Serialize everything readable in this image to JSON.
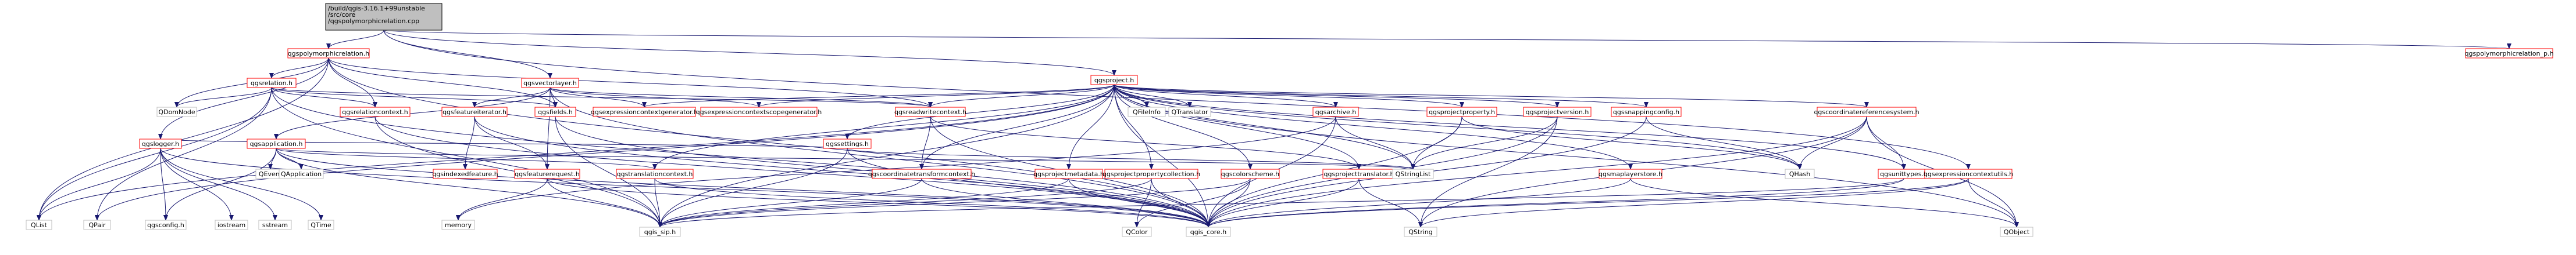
{
  "diagram": {
    "kind": "include-dependency-graph",
    "colors": {
      "edge": "#191970",
      "root_fill": "#bfbfbf",
      "project_border": "#ff0000",
      "external_border": "#bfbfbf",
      "node_fill": "#ffffff"
    },
    "nodes": [
      {
        "id": "root",
        "label": "/build/qgis-3.16.1+99unstable/src/core/qgspolymorphicrelation.cpp",
        "kind": "root"
      },
      {
        "id": "n_qgspolymorphicrelation_h",
        "label": "qgspolymorphicrelation.h",
        "kind": "project"
      },
      {
        "id": "n_qgsvectorlayer_h",
        "label": "qgsvectorlayer.h",
        "kind": "project"
      },
      {
        "id": "n_qgsproject_h",
        "label": "qgsproject.h",
        "kind": "project"
      },
      {
        "id": "n_qgspolymorphicrelation_p_h",
        "label": "qgspolymorphicrelation_p.h",
        "kind": "project"
      },
      {
        "id": "n_qgsrelation_h",
        "label": "qgsrelation.h",
        "kind": "project"
      },
      {
        "id": "n_QDomNode",
        "label": "QDomNode",
        "kind": "external"
      },
      {
        "id": "n_qgsapplication_h",
        "label": "qgsapplication.h",
        "kind": "project"
      },
      {
        "id": "n_qgsrelationcontext_h",
        "label": "qgsrelationcontext.h",
        "kind": "project"
      },
      {
        "id": "n_qgsfeatureiterator_h",
        "label": "qgsfeatureiterator.h",
        "kind": "project"
      },
      {
        "id": "n_qgsfields_h",
        "label": "qgsfields.h",
        "kind": "project"
      },
      {
        "id": "n_qgsexpressioncontextgenerator_h",
        "label": "qgsexpressioncontextgenerator.h",
        "kind": "project"
      },
      {
        "id": "n_qgsexpressioncontextscopegenerator_h",
        "label": "qgsexpressioncontextscopegenerator.h",
        "kind": "project"
      },
      {
        "id": "n_qgsreadwritecontext_h",
        "label": "qgsreadwritecontext.h",
        "kind": "project"
      },
      {
        "id": "n_qgssettings_h",
        "label": "qgssettings.h",
        "kind": "project"
      },
      {
        "id": "n_QFileInfo",
        "label": "QFileInfo",
        "kind": "external"
      },
      {
        "id": "n_QTranslator",
        "label": "QTranslator",
        "kind": "external"
      },
      {
        "id": "n_qgsarchive_h",
        "label": "qgsarchive.h",
        "kind": "project"
      },
      {
        "id": "n_qgsprojectproperty_h",
        "label": "qgsprojectproperty.h",
        "kind": "project"
      },
      {
        "id": "n_qgsprojectversion_h",
        "label": "qgsprojectversion.h",
        "kind": "project"
      },
      {
        "id": "n_qgssnappingconfig_h",
        "label": "qgssnappingconfig.h",
        "kind": "project"
      },
      {
        "id": "n_qgscoordinatereferencesystem_h",
        "label": "qgscoordinatereferencesystem.h",
        "kind": "project"
      },
      {
        "id": "n_qgslogger_h",
        "label": "qgslogger.h",
        "kind": "project"
      },
      {
        "id": "n_QEvent",
        "label": "QEvent",
        "kind": "external"
      },
      {
        "id": "n_QApplication",
        "label": "QApplication",
        "kind": "external"
      },
      {
        "id": "n_qgsindexedfeature_h",
        "label": "qgsindexedfeature.h",
        "kind": "project"
      },
      {
        "id": "n_qgsfeaturerequest_h",
        "label": "qgsfeaturerequest.h",
        "kind": "project"
      },
      {
        "id": "n_qgstranslationcontext_h",
        "label": "qgstranslationcontext.h",
        "kind": "project"
      },
      {
        "id": "n_qgscoordinatetransformcontext_h",
        "label": "qgscoordinatetransformcontext.h",
        "kind": "project"
      },
      {
        "id": "n_qgsprojectmetadata_h",
        "label": "qgsprojectmetadata.h",
        "kind": "project"
      },
      {
        "id": "n_qgsprojectpropertycollection_h",
        "label": "qgsprojectpropertycollection.h",
        "kind": "project"
      },
      {
        "id": "n_qgscolorscheme_h",
        "label": "qgscolorscheme.h",
        "kind": "project"
      },
      {
        "id": "n_qgsprojecttranslator_h",
        "label": "qgsprojecttranslator.h",
        "kind": "project"
      },
      {
        "id": "n_QStringList",
        "label": "QStringList",
        "kind": "external"
      },
      {
        "id": "n_qgsmaplayerstore_h",
        "label": "qgsmaplayerstore.h",
        "kind": "project"
      },
      {
        "id": "n_QHash",
        "label": "QHash",
        "kind": "external"
      },
      {
        "id": "n_qgsunittypes_h",
        "label": "qgsunittypes.h",
        "kind": "project"
      },
      {
        "id": "n_qgsexpressioncontextutils_h",
        "label": "qgsexpressioncontextutils.h",
        "kind": "project"
      },
      {
        "id": "n_QList",
        "label": "QList",
        "kind": "external"
      },
      {
        "id": "n_QPair",
        "label": "QPair",
        "kind": "external"
      },
      {
        "id": "n_qgsconfig_h",
        "label": "qgsconfig.h",
        "kind": "external"
      },
      {
        "id": "n_iostream",
        "label": "iostream",
        "kind": "external"
      },
      {
        "id": "n_sstream",
        "label": "sstream",
        "kind": "external"
      },
      {
        "id": "n_QTime",
        "label": "QTime",
        "kind": "external"
      },
      {
        "id": "n_memory",
        "label": "memory",
        "kind": "external"
      },
      {
        "id": "n_qgis_sip_h",
        "label": "qgis_sip.h",
        "kind": "external"
      },
      {
        "id": "n_QColor",
        "label": "QColor",
        "kind": "external"
      },
      {
        "id": "n_qgis_core_h",
        "label": "qgis_core.h",
        "kind": "external"
      },
      {
        "id": "n_QString",
        "label": "QString",
        "kind": "external"
      },
      {
        "id": "n_QObject",
        "label": "QObject",
        "kind": "external"
      }
    ],
    "edges": [
      [
        "root",
        "n_qgspolymorphicrelation_h"
      ],
      [
        "root",
        "n_qgsvectorlayer_h"
      ],
      [
        "root",
        "n_qgsproject_h"
      ],
      [
        "root",
        "n_qgspolymorphicrelation_p_h"
      ],
      [
        "root",
        "n_qgsexpressioncontextutils_h"
      ],
      [
        "n_qgspolymorphicrelation_h",
        "n_qgsrelation_h"
      ],
      [
        "n_qgspolymorphicrelation_h",
        "n_QDomNode"
      ],
      [
        "n_qgspolymorphicrelation_h",
        "n_qgsrelationcontext_h"
      ],
      [
        "n_qgspolymorphicrelation_h",
        "n_qgsfields_h"
      ],
      [
        "n_qgspolymorphicrelation_h",
        "n_qgsreadwritecontext_h"
      ],
      [
        "n_qgspolymorphicrelation_h",
        "n_qgslogger_h"
      ],
      [
        "n_qgspolymorphicrelation_h",
        "n_QList"
      ],
      [
        "n_qgspolymorphicrelation_h",
        "n_qgis_core_h"
      ],
      [
        "n_qgsvectorlayer_h",
        "n_qgsfeatureiterator_h"
      ],
      [
        "n_qgsvectorlayer_h",
        "n_qgsfields_h"
      ],
      [
        "n_qgsvectorlayer_h",
        "n_qgsexpressioncontextgenerator_h"
      ],
      [
        "n_qgsvectorlayer_h",
        "n_qgsexpressioncontextscopegenerator_h"
      ],
      [
        "n_qgsvectorlayer_h",
        "n_qgsfeaturerequest_h"
      ],
      [
        "n_qgsvectorlayer_h",
        "n_qgsreadwritecontext_h"
      ],
      [
        "n_qgsvectorlayer_h",
        "n_qgsapplication_h"
      ],
      [
        "n_qgsvectorlayer_h",
        "n_qgis_core_h"
      ],
      [
        "n_qgsproject_h",
        "n_qgsreadwritecontext_h"
      ],
      [
        "n_qgsproject_h",
        "n_qgssettings_h"
      ],
      [
        "n_qgsproject_h",
        "n_QFileInfo"
      ],
      [
        "n_qgsproject_h",
        "n_QTranslator"
      ],
      [
        "n_qgsproject_h",
        "n_qgsarchive_h"
      ],
      [
        "n_qgsproject_h",
        "n_qgsprojectproperty_h"
      ],
      [
        "n_qgsproject_h",
        "n_qgsprojectversion_h"
      ],
      [
        "n_qgsproject_h",
        "n_qgssnappingconfig_h"
      ],
      [
        "n_qgsproject_h",
        "n_qgscoordinatereferencesystem_h"
      ],
      [
        "n_qgsproject_h",
        "n_qgsprojectmetadata_h"
      ],
      [
        "n_qgsproject_h",
        "n_qgsprojectpropertycollection_h"
      ],
      [
        "n_qgsproject_h",
        "n_qgscolorscheme_h"
      ],
      [
        "n_qgsproject_h",
        "n_qgsprojecttranslator_h"
      ],
      [
        "n_qgsproject_h",
        "n_qgsmaplayerstore_h"
      ],
      [
        "n_qgsproject_h",
        "n_qgscoordinatetransformcontext_h"
      ],
      [
        "n_qgsproject_h",
        "n_qgstranslationcontext_h"
      ],
      [
        "n_qgsproject_h",
        "n_qgsunittypes_h"
      ],
      [
        "n_qgsproject_h",
        "n_QHash"
      ],
      [
        "n_qgsproject_h",
        "n_QStringList"
      ],
      [
        "n_qgsproject_h",
        "n_QObject"
      ],
      [
        "n_qgsproject_h",
        "n_qgsexpressioncontextgenerator_h"
      ],
      [
        "n_qgsproject_h",
        "n_qgsexpressioncontextscopegenerator_h"
      ],
      [
        "n_qgsproject_h",
        "n_QList"
      ],
      [
        "n_qgsproject_h",
        "n_QPair"
      ],
      [
        "n_qgsproject_h",
        "n_qgis_core_h"
      ],
      [
        "n_qgsproject_h",
        "n_qgis_sip_h"
      ],
      [
        "n_qgsrelation_h",
        "n_QList"
      ],
      [
        "n_qgsrelation_h",
        "n_QDomNode"
      ],
      [
        "n_qgsrelation_h",
        "n_QPair"
      ],
      [
        "n_qgsrelation_h",
        "n_qgsfields_h"
      ],
      [
        "n_qgsrelation_h",
        "n_qgsreadwritecontext_h"
      ],
      [
        "n_qgsrelation_h",
        "n_qgsrelationcontext_h"
      ],
      [
        "n_qgsrelation_h",
        "n_qgis_core_h"
      ],
      [
        "n_qgsrelation_h",
        "n_qgis_sip_h"
      ],
      [
        "n_qgsapplication_h",
        "n_QEvent"
      ],
      [
        "n_qgsapplication_h",
        "n_QApplication"
      ],
      [
        "n_qgsapplication_h",
        "n_qgsconfig_h"
      ],
      [
        "n_qgsapplication_h",
        "n_qgstranslationcontext_h"
      ],
      [
        "n_qgsapplication_h",
        "n_qgis_core_h"
      ],
      [
        "n_qgsapplication_h",
        "n_qgis_sip_h"
      ],
      [
        "n_qgsapplication_h",
        "n_QStringList"
      ],
      [
        "n_qgsrelationcontext_h",
        "n_qgis_core_h"
      ],
      [
        "n_qgsrelationcontext_h",
        "n_qgis_sip_h"
      ],
      [
        "n_qgsfeatureiterator_h",
        "n_qgsfeaturerequest_h"
      ],
      [
        "n_qgsfeatureiterator_h",
        "n_qgsindexedfeature_h"
      ],
      [
        "n_qgsfeatureiterator_h",
        "n_qgis_core_h"
      ],
      [
        "n_qgsfields_h",
        "n_qgis_core_h"
      ],
      [
        "n_qgsfields_h",
        "n_qgis_sip_h"
      ],
      [
        "n_qgsreadwritecontext_h",
        "n_qgscoordinatetransformcontext_h"
      ],
      [
        "n_qgsreadwritecontext_h",
        "n_qgsprojecttranslator_h"
      ],
      [
        "n_qgsreadwritecontext_h",
        "n_qgis_core_h"
      ],
      [
        "n_qgssettings_h",
        "n_QStringList"
      ],
      [
        "n_qgssettings_h",
        "n_qgslogger_h"
      ],
      [
        "n_qgssettings_h",
        "n_qgis_core_h"
      ],
      [
        "n_qgssettings_h",
        "n_qgis_sip_h"
      ],
      [
        "n_qgsarchive_h",
        "n_qgis_core_h"
      ],
      [
        "n_qgsarchive_h",
        "n_QStringList"
      ],
      [
        "n_qgsarchive_h",
        "n_memory"
      ],
      [
        "n_qgsprojectproperty_h",
        "n_QStringList"
      ],
      [
        "n_qgsprojectproperty_h",
        "n_QHash"
      ],
      [
        "n_qgsprojectproperty_h",
        "n_qgis_core_h"
      ],
      [
        "n_qgsprojectversion_h",
        "n_QString"
      ],
      [
        "n_qgsprojectversion_h",
        "n_QStringList"
      ],
      [
        "n_qgsprojectversion_h",
        "n_qgis_core_h"
      ],
      [
        "n_qgssnappingconfig_h",
        "n_QHash"
      ],
      [
        "n_qgssnappingconfig_h",
        "n_qgis_core_h"
      ],
      [
        "n_qgscoordinatereferencesystem_h",
        "n_qgsunittypes_h"
      ],
      [
        "n_qgscoordinatereferencesystem_h",
        "n_QHash"
      ],
      [
        "n_qgscoordinatereferencesystem_h",
        "n_QString"
      ],
      [
        "n_qgscoordinatereferencesystem_h",
        "n_QObject"
      ],
      [
        "n_qgscoordinatereferencesystem_h",
        "n_qgis_core_h"
      ],
      [
        "n_qgslogger_h",
        "n_iostream"
      ],
      [
        "n_qgslogger_h",
        "n_sstream"
      ],
      [
        "n_qgslogger_h",
        "n_QTime"
      ],
      [
        "n_qgslogger_h",
        "n_qgsconfig_h"
      ],
      [
        "n_qgslogger_h",
        "n_qgis_core_h"
      ],
      [
        "n_qgslogger_h",
        "n_QList"
      ],
      [
        "n_qgsfeaturerequest_h",
        "n_memory"
      ],
      [
        "n_qgsfeaturerequest_h",
        "n_qgis_sip_h"
      ],
      [
        "n_qgsfeaturerequest_h",
        "n_qgis_core_h"
      ],
      [
        "n_qgstranslationcontext_h",
        "n_qgis_core_h"
      ],
      [
        "n_qgstranslationcontext_h",
        "n_qgis_sip_h"
      ],
      [
        "n_qgscoordinatetransformcontext_h",
        "n_qgis_sip_h"
      ],
      [
        "n_qgscoordinatetransformcontext_h",
        "n_qgis_core_h"
      ],
      [
        "n_qgsprojectmetadata_h",
        "n_qgis_sip_h"
      ],
      [
        "n_qgsprojectmetadata_h",
        "n_qgis_core_h"
      ],
      [
        "n_qgsprojectpropertycollection_h",
        "n_qgis_sip_h"
      ],
      [
        "n_qgsprojectpropertycollection_h",
        "n_QColor"
      ],
      [
        "n_qgsprojectpropertycollection_h",
        "n_qgis_core_h"
      ],
      [
        "n_qgscolorscheme_h",
        "n_QColor"
      ],
      [
        "n_qgscolorscheme_h",
        "n_qgis_core_h"
      ],
      [
        "n_qgscolorscheme_h",
        "n_qgis_sip_h"
      ],
      [
        "n_qgsprojecttranslator_h",
        "n_QString"
      ],
      [
        "n_qgsprojecttranslator_h",
        "n_qgis_core_h"
      ],
      [
        "n_qgsmaplayerstore_h",
        "n_qgis_core_h"
      ],
      [
        "n_qgsmaplayerstore_h",
        "n_QObject"
      ],
      [
        "n_qgsunittypes_h",
        "n_qgis_core_h"
      ],
      [
        "n_qgsunittypes_h",
        "n_qgis_sip_h"
      ],
      [
        "n_qgsexpressioncontextutils_h",
        "n_qgis_core_h"
      ],
      [
        "n_qgsexpressioncontextutils_h",
        "n_QString"
      ],
      [
        "n_qgsexpressioncontextutils_h",
        "n_QObject"
      ]
    ]
  }
}
